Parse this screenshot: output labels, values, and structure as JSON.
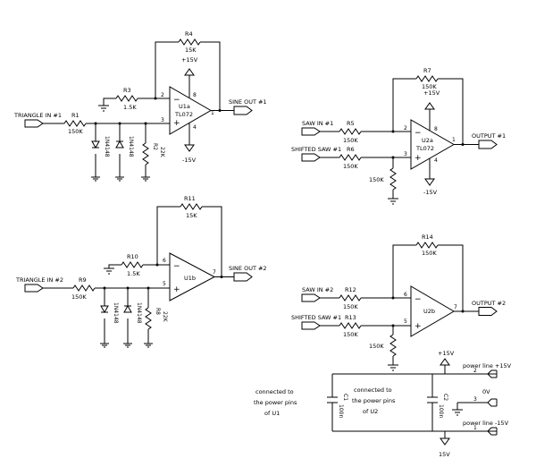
{
  "circuit1": {
    "input": "TRIANGLE IN #1",
    "r1": "R1",
    "r1_val": "150K",
    "r3": "R3",
    "r3_val": "1.5K",
    "r4": "R4",
    "r4_val": "15K",
    "r2": "R2",
    "r2_val": "22K",
    "d1": "1N4148",
    "d2": "1N4148",
    "opamp": "U1a",
    "opamp_part": "TL072",
    "vpos": "+15V",
    "vneg": "-15V",
    "output": "SINE OUT #1",
    "pin_inv": "2",
    "pin_noninv": "3",
    "pin_out": "1",
    "pin_8": "8",
    "pin_4": "4"
  },
  "circuit2": {
    "input": "TRIANGLE IN #2",
    "r9": "R9",
    "r9_val": "150K",
    "r10": "R10",
    "r10_val": "1.5K",
    "r11": "R11",
    "r11_val": "15K",
    "r8": "R8",
    "r8_val": "22K",
    "d1": "1N4148",
    "d2": "1N4148",
    "opamp": "U1b",
    "output": "SINE OUT #2",
    "pin_inv": "6",
    "pin_noninv": "5",
    "pin_out": "7"
  },
  "circuit3": {
    "saw_in": "SAW IN #1",
    "shifted_saw": "SHIFTED SAW #1",
    "r5": "R5",
    "r5_val": "150K",
    "r6": "R6",
    "r6_val": "150K",
    "r7": "R7",
    "r7_val": "150K",
    "r_gnd_val": "150K",
    "opamp": "U2a",
    "opamp_part": "TL072",
    "vpos": "+15V",
    "vneg": "-15V",
    "output": "OUTPUT #1",
    "pin_inv": "2",
    "pin_noninv": "3",
    "pin_out": "1",
    "pin_8": "8",
    "pin_4": "4"
  },
  "circuit4": {
    "saw_in": "SAW IN #2",
    "shifted_saw": "SHIFTED SAW #1",
    "r12": "R12",
    "r12_val": "150K",
    "r13": "R13",
    "r13_val": "150K",
    "r14": "R14",
    "r14_val": "150K",
    "r_gnd_val": "150K",
    "opamp": "U2b",
    "output": "OUTPUT #2",
    "pin_inv": "6",
    "pin_noninv": "5",
    "pin_out": "7"
  },
  "power": {
    "note1": [
      "connected to",
      "the power pins",
      "of U1"
    ],
    "note2": [
      "connected to",
      "the power pins",
      "of U2"
    ],
    "c1": "C1",
    "c1_val": "100n",
    "c2": "C2",
    "c2_val": "100n",
    "vpos": "+15V",
    "vneg": "15V",
    "line_pos": "power line +15V",
    "line_zero": "0V",
    "line_neg": "power line -15V",
    "pin1": "1",
    "pin2": "2",
    "pin3": "3"
  }
}
